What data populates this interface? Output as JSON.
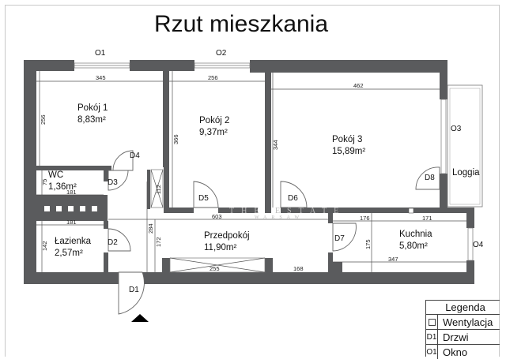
{
  "title": "Rzut mieszkania",
  "rooms": [
    {
      "name": "Pokój 1",
      "area": "8,83m²"
    },
    {
      "name": "Pokój 2",
      "area": "9,37m²"
    },
    {
      "name": "Pokój 3",
      "area": "15,89m²"
    },
    {
      "name": "WC",
      "area": "1,36m²"
    },
    {
      "name": "Łazienka",
      "area": "2,57m²"
    },
    {
      "name": "Przedpokój",
      "area": "11,90m²"
    },
    {
      "name": "Kuchnia",
      "area": "5,80m²"
    },
    {
      "name": "Loggia",
      "area": ""
    }
  ],
  "windows": [
    "O1",
    "O2",
    "O3",
    "O4"
  ],
  "doors": [
    "D1",
    "D2",
    "D3",
    "D4",
    "D5",
    "D6",
    "D7",
    "D8"
  ],
  "dimensions": {
    "pokoj1_width": "345",
    "pokoj1_height": "256",
    "pokoj2_width": "256",
    "pokoj2_height": "366",
    "pokoj3_width": "462",
    "pokoj3_height": "344",
    "wc_height": "75",
    "wc_width": "181",
    "lazienka_width": "181",
    "lazienka_height": "142",
    "corridor_112": "112",
    "corridor_284": "284",
    "corridor_172": "172",
    "przedpokoj_width": "603",
    "wardrobe_255": "255",
    "przedpokoj_168": "168",
    "kuchnia_176": "176",
    "kuchnia_171": "171",
    "kuchnia_175": "175",
    "kuchnia_347": "347"
  },
  "watermark": {
    "line1": "THE ESTATE",
    "line2": "WARSAW"
  },
  "legend": {
    "title": "Legenda",
    "items": [
      {
        "symbol": "□",
        "label": "Wentylacja"
      },
      {
        "symbol": "D1",
        "label": "Drzwi"
      },
      {
        "symbol": "O1",
        "label": "Okno"
      }
    ]
  },
  "colors": {
    "wall": "#5a5b5d",
    "background": "#ffffff"
  }
}
